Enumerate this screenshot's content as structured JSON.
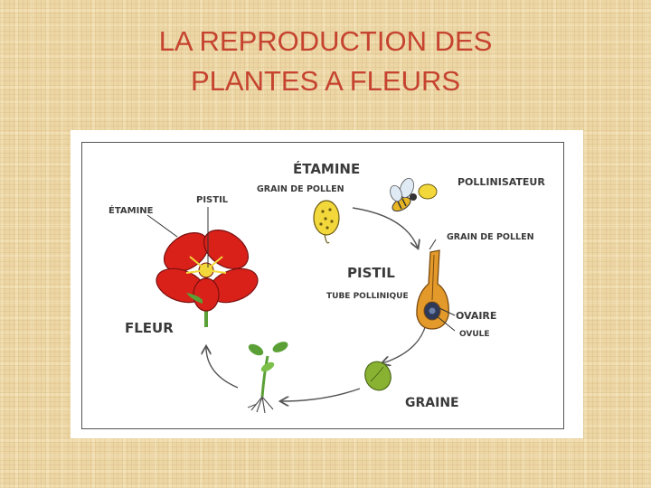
{
  "slide": {
    "title_line1": "LA REPRODUCTION DES",
    "title_line2": "PLANTES A FLEURS"
  },
  "diagram": {
    "labels": {
      "etamine_top": "ÉTAMINE",
      "grain_pollen_top": "GRAIN DE POLLEN",
      "pollinisateur": "POLLINISATEUR",
      "grain_pollen_right": "GRAIN DE POLLEN",
      "etamine_left": "ÉTAMINE",
      "pistil_left": "PISTIL",
      "pistil_center": "PISTIL",
      "tube_pollinique": "TUBE POLLINIQUE",
      "ovaire": "OVAIRE",
      "ovule": "OVULE",
      "fleur": "FLEUR",
      "graine": "GRAINE"
    }
  },
  "colors": {
    "title": "#c5432f",
    "petal": "#d9211a",
    "stem": "#5aa036",
    "pollen": "#f2d83b",
    "pistil": "#e39a2a",
    "seed": "#8ab232"
  }
}
